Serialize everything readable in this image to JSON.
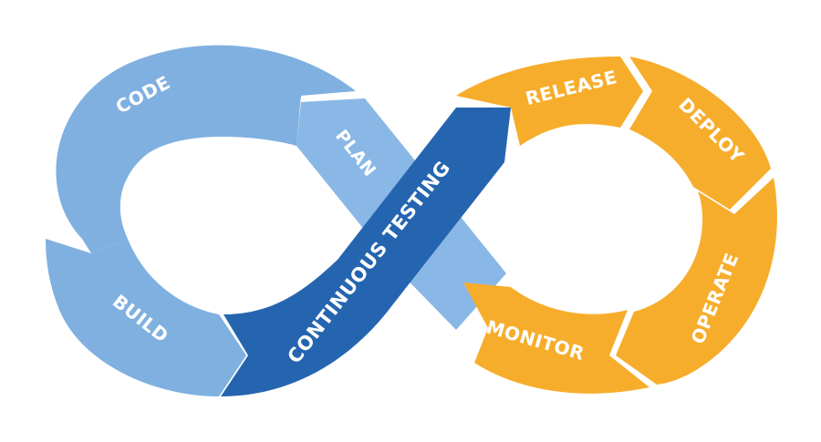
{
  "diagram": {
    "stages": {
      "code": "CODE",
      "build": "BUILD",
      "plan": "PLAN",
      "release": "RELEASE",
      "deploy": "DEPLOY",
      "operate": "OPERATE",
      "monitor": "MONITOR"
    },
    "center": "CONTINUOUS TESTING",
    "colors": {
      "dev_light": "#7fb0e0",
      "dev_mid": "#8ab8e6",
      "center": "#2565b0",
      "ops": "#f7ad2c",
      "ops_dark": "#e89a15"
    }
  }
}
